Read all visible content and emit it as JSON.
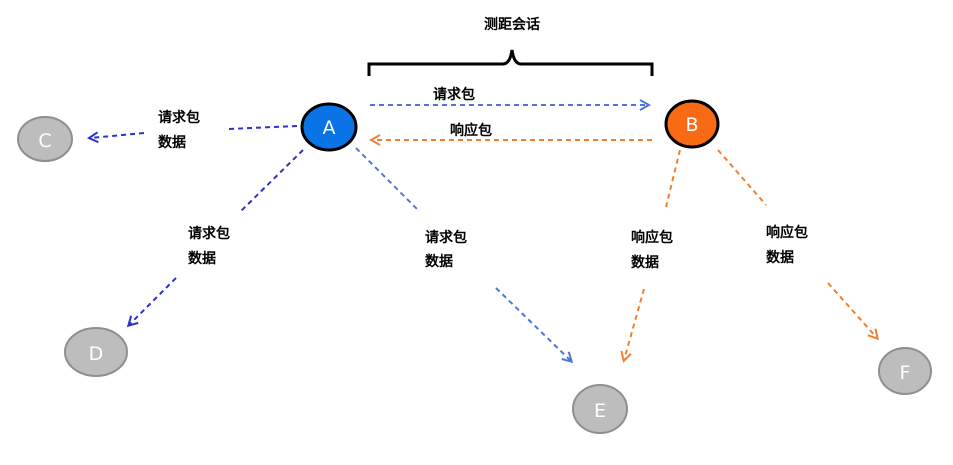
{
  "session_label": "测距会话",
  "nodes": [
    {
      "id": "A",
      "label": "A",
      "fill": "#0a74e6",
      "stroke": "#000000"
    },
    {
      "id": "B",
      "label": "B",
      "fill": "#f86a14",
      "stroke": "#000000"
    },
    {
      "id": "C",
      "label": "C",
      "fill": "#bdbdbd",
      "stroke": "#8f8f8f"
    },
    {
      "id": "D",
      "label": "D",
      "fill": "#bdbdbd",
      "stroke": "#8f8f8f"
    },
    {
      "id": "E",
      "label": "E",
      "fill": "#bdbdbd",
      "stroke": "#8f8f8f"
    },
    {
      "id": "F",
      "label": "F",
      "fill": "#bdbdbd",
      "stroke": "#8f8f8f"
    }
  ],
  "edges": [
    {
      "from": "A",
      "to": "B",
      "label": "请求包",
      "color": "#4a78d8"
    },
    {
      "from": "B",
      "to": "A",
      "label": "响应包",
      "color": "#f08030"
    },
    {
      "from": "A",
      "to": "C",
      "label_line1": "请求包",
      "label_line2": "数据",
      "color": "#2a32c8"
    },
    {
      "from": "A",
      "to": "D",
      "label_line1": "请求包",
      "label_line2": "数据",
      "color": "#2a32c8"
    },
    {
      "from": "A",
      "to": "E",
      "label_line1": "请求包",
      "label_line2": "数据",
      "color": "#4a78d8"
    },
    {
      "from": "B",
      "to": "E",
      "label_line1": "响应包",
      "label_line2": "数据",
      "color": "#f08030"
    },
    {
      "from": "B",
      "to": "F",
      "label_line1": "响应包",
      "label_line2": "数据",
      "color": "#f08030"
    }
  ]
}
